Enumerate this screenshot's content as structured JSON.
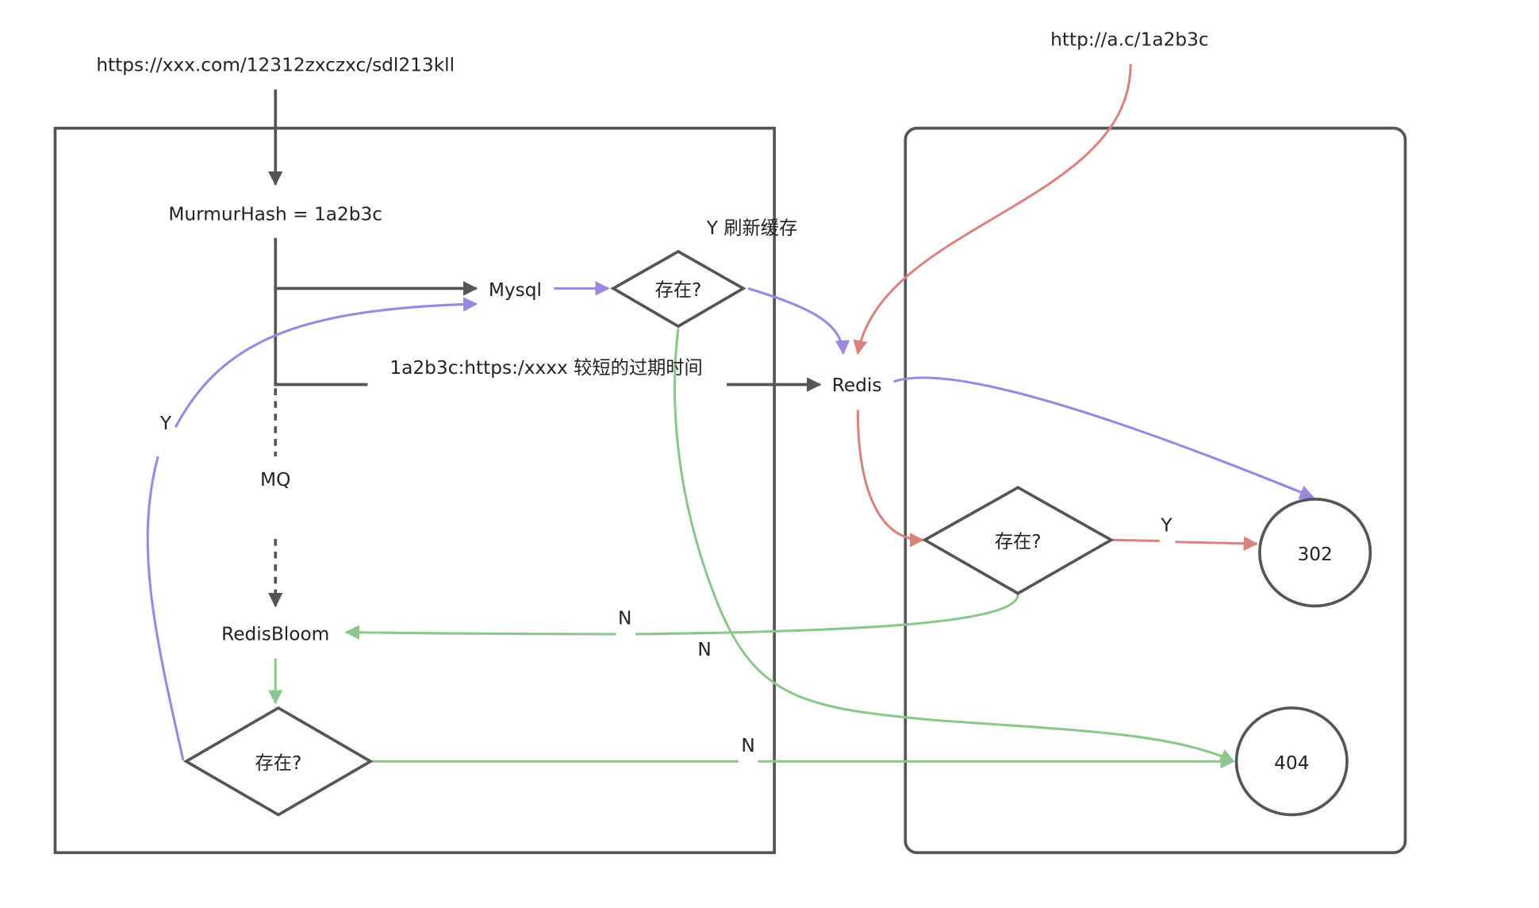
{
  "diagram": {
    "title": "Short URL service flow",
    "colors": {
      "outline": "#555555",
      "write_path": "#9b87dd",
      "not_found_path": "#8cc68f",
      "read_path": "#d9837f"
    },
    "nodes": {
      "long_url": "https://xxx.com/12312zxczxc/sdl213kll",
      "short_url": "http://a.c/1a2b3c",
      "hash": "MurmurHash = 1a2b3c",
      "mysql": "Mysql",
      "exists_mysql": "存在?",
      "redis": "Redis",
      "mq": "MQ",
      "redisbloom": "RedisBloom",
      "exists_bloom": "存在?",
      "exists_redis": "存在?",
      "status_302": "302",
      "status_404": "404"
    },
    "edge_labels": {
      "refresh_cache": "Y 刷新缓存",
      "cache_write": "1a2b3c:https:/xxxx 较短的过期时间",
      "bloom_yes": "Y",
      "redis_no": "N",
      "mysql_no": "N",
      "bloom_no": "N",
      "redis_yes": "Y"
    }
  }
}
